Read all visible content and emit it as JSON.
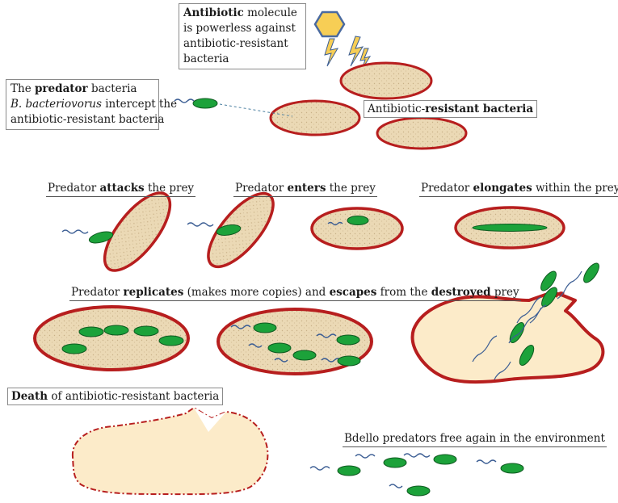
{
  "colors": {
    "bacteria_fill": "#ebd9b5",
    "bacteria_outline": "#b71e1e",
    "predator_fill": "#1ca23a",
    "predator_outline": "#0e5a20",
    "flagellum": "#3c5e94",
    "antibiotic_fill": "#f7ce55",
    "antibiotic_outline": "#4a6aa0",
    "dead_cell_fill": "#fcebc9"
  },
  "icons": {
    "antibiotic": "hexagon-molecule-icon",
    "lightning": "lightning-bolt-icon",
    "predator": "predator-bacterium-icon"
  },
  "labels": {
    "antibiotic": {
      "line1_bold": "Antibiotic",
      "line1_rest": " molecule",
      "line2": "is powerless against",
      "line3": "antibiotic-resistant",
      "line4": "bacteria"
    },
    "predator_intro": {
      "line1_pre": "The ",
      "line1_bold": "predator",
      "line1_post": " bacteria",
      "line2_italic": "B. bacteriovorus",
      "line2_post": " intercept the",
      "line3": "antibiotic-resistant bacteria"
    },
    "resistant": {
      "pre": "Antibiotic-",
      "bold": "resistant bacteria"
    },
    "attacks": {
      "pre": "Predator ",
      "bold": "attacks",
      "post": " the prey"
    },
    "enters": {
      "pre": "Predator ",
      "bold": "enters",
      "post": " the prey"
    },
    "elongates": {
      "pre": "Predator ",
      "bold": "elongates",
      "post": " within the prey"
    },
    "replicates": {
      "pre": "Predator ",
      "bold1": "replicates",
      "mid1": " (makes more copies) and ",
      "bold2": "escapes",
      "mid2": " from the ",
      "bold3": "destroyed",
      "post": " prey"
    },
    "death": {
      "bold": "Death",
      "post": " of antibiotic-resistant bacteria"
    },
    "free": "Bdello predators free again in the environment"
  }
}
